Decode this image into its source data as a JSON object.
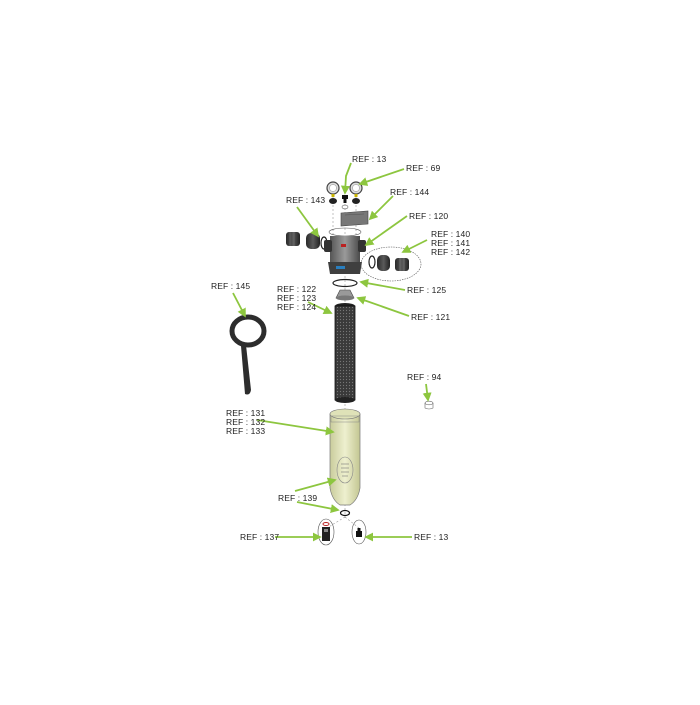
{
  "diagram": {
    "title": "Filter housing exploded parts diagram",
    "arrow_color": "#8dc63f",
    "labels": {
      "ref13_top": "REF : 13",
      "ref69": "REF : 69",
      "ref143": "REF : 143",
      "ref144": "REF : 144",
      "ref120": "REF : 120",
      "ref140": "REF : 140",
      "ref141": "REF : 141",
      "ref142": "REF : 142",
      "ref125": "REF : 125",
      "ref145": "REF : 145",
      "ref122": "REF : 122",
      "ref123": "REF : 123",
      "ref124": "REF : 124",
      "ref121": "REF : 121",
      "ref94": "REF : 94",
      "ref131": "REF : 131",
      "ref132": "REF : 132",
      "ref133": "REF : 133",
      "ref139": "REF : 139",
      "ref137": "REF : 137",
      "ref13_bottom": "REF : 13"
    },
    "parts": [
      {
        "ref": "13",
        "name": "drain valve / plug"
      },
      {
        "ref": "69",
        "name": "pressure gauges"
      },
      {
        "ref": "143",
        "name": "inlet connector"
      },
      {
        "ref": "144",
        "name": "bracket plate"
      },
      {
        "ref": "120",
        "name": "filter head"
      },
      {
        "ref": "140-142",
        "name": "outlet connector set"
      },
      {
        "ref": "125",
        "name": "o-ring"
      },
      {
        "ref": "145",
        "name": "housing wrench"
      },
      {
        "ref": "122-124",
        "name": "filter cartridge"
      },
      {
        "ref": "121",
        "name": "cartridge adapter"
      },
      {
        "ref": "94",
        "name": "small cap"
      },
      {
        "ref": "131-133",
        "name": "transparent bowl"
      },
      {
        "ref": "139",
        "name": "bowl o-ring"
      },
      {
        "ref": "137",
        "name": "drain valve"
      }
    ]
  }
}
